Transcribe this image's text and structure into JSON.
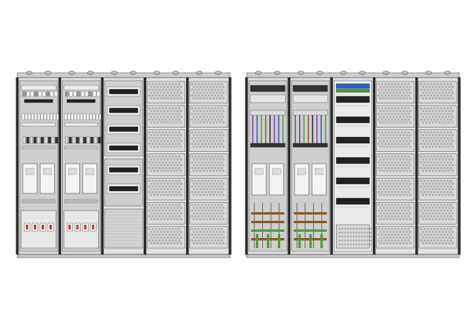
{
  "diagram": {
    "type": "electrical-cabinet-drawing",
    "views": [
      {
        "name": "front-view-with-covers",
        "columns": 5,
        "rows_per_field": 7
      },
      {
        "name": "interior-wiring-view",
        "columns": 5,
        "rows_per_field": 7
      }
    ],
    "colors": {
      "background": "#ffffff",
      "cabinet_fill": "#e2e2e2",
      "panel_fill": "#cfcfcf",
      "rail_dark": "#2a2a2a",
      "cover_fill": "#d9d9d9",
      "vent_fill": "#bdbdbd",
      "wire_green": "#4d9a3c",
      "wire_brown": "#8a5a2b",
      "wire_blue": "#3b4fb5",
      "wire_purple": "#7b3fa0",
      "accent_blue": "#2d63c8"
    }
  }
}
